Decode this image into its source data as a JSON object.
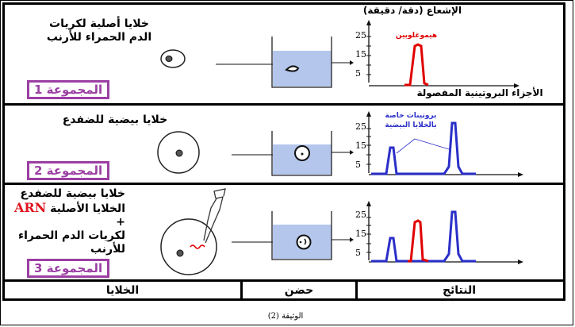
{
  "caption": "الوثيقة (2)",
  "footer": {
    "cells_label": "الخلايا",
    "incubation_label": "حضن",
    "results_label": "النتائج"
  },
  "axes": {
    "y_label": "الإشعاع (دقة/ دقيقة)",
    "x_label": "الأجزاء البروتينية المفصولة",
    "y_ticks": [
      "25",
      "15",
      "5"
    ]
  },
  "groups": [
    {
      "id": 1,
      "label": "المجموعة 1",
      "description_lines": [
        "خلايا أصلية لكريات",
        "الدم الحمراء للأرنب"
      ],
      "peak_label": "هيموغلوبين"
    },
    {
      "id": 2,
      "label": "المجموعة 2",
      "description_lines": [
        "خلايا بيضية للضفدع"
      ],
      "peak_label_lines": [
        "بروتينات خاصة",
        "بالخلايا البيضية"
      ]
    },
    {
      "id": 3,
      "label": "المجموعة 3",
      "description_lines": [
        "خلايا بيضية للضفدع",
        "الخلايا الأصلية",
        "لكريات الدم الحمراء للأرنب"
      ],
      "arn_prefix": "+",
      "arn_text": "ARN"
    }
  ],
  "colors": {
    "group_border": "#9b3fa3",
    "hemoglobin_peak": "#e00000",
    "oocyte_peak": "#2a2fc8",
    "medium": "#b4c6ec",
    "arn": "#e0141e"
  },
  "chart_data": [
    {
      "type": "line",
      "title": "المجموعة 1",
      "xlabel": "الأجزاء البروتينية المفصولة",
      "ylabel": "الإشعاع (دقة/ دقيقة)",
      "y_ticks": [
        5,
        15,
        25
      ],
      "ylim": [
        0,
        30
      ],
      "series": [
        {
          "name": "هيموغلوبين",
          "color": "#e00000",
          "peaks": [
            {
              "x_position": 0.35,
              "height": 22
            }
          ]
        }
      ]
    },
    {
      "type": "line",
      "title": "المجموعة 2",
      "xlabel": "الأجزاء البروتينية المفصولة",
      "ylabel": "الإشعاع (دقة/ دقيقة)",
      "y_ticks": [
        5,
        15,
        25
      ],
      "ylim": [
        0,
        30
      ],
      "series": [
        {
          "name": "بروتينات خاصة بالخلايا البيضية",
          "color": "#2a2fc8",
          "peaks": [
            {
              "x_position": 0.17,
              "height": 12
            },
            {
              "x_position": 0.6,
              "height": 26
            }
          ]
        }
      ]
    },
    {
      "type": "line",
      "title": "المجموعة 3",
      "xlabel": "الأجزاء البروتينية المفصولة",
      "ylabel": "الإشعاع (دقة/ دقيقة)",
      "y_ticks": [
        5,
        15,
        25
      ],
      "ylim": [
        0,
        30
      ],
      "series": [
        {
          "name": "بروتينات خاصة بالخلايا البيضية",
          "color": "#2a2fc8",
          "peaks": [
            {
              "x_position": 0.17,
              "height": 12
            },
            {
              "x_position": 0.6,
              "height": 26
            }
          ]
        },
        {
          "name": "هيموغلوبين",
          "color": "#e00000",
          "peaks": [
            {
              "x_position": 0.35,
              "height": 21
            }
          ]
        }
      ]
    }
  ]
}
